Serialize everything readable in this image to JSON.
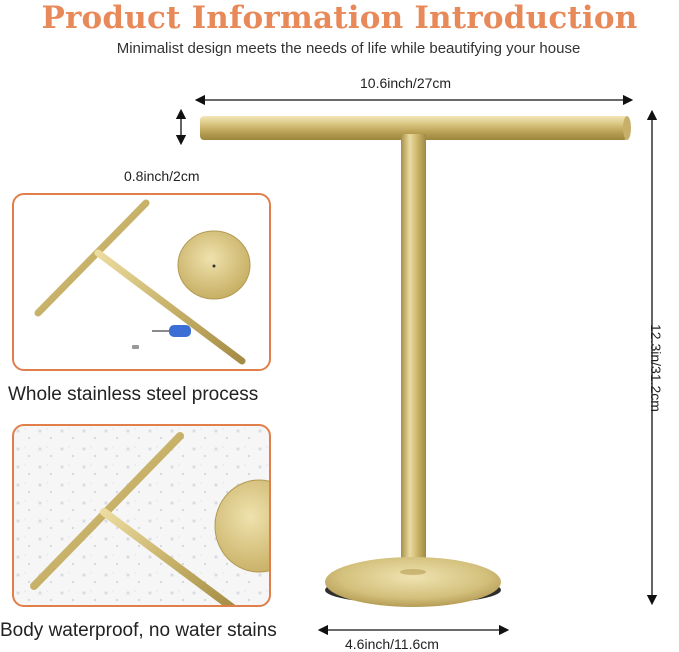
{
  "header": {
    "title": "Product Information Introduction",
    "subtitle": "Minimalist design meets the needs of life while beautifying your house"
  },
  "dimensions": {
    "width": "10.6inch/27cm",
    "bar_thickness": "0.8inch/2cm",
    "height": "12.3in/31.2cm",
    "base": "4.6inch/11.6cm"
  },
  "features": [
    {
      "caption": "Whole stainless steel process"
    },
    {
      "caption": "Body waterproof, no water stains"
    }
  ],
  "colors": {
    "accent": "#e8895a",
    "panel_border": "#e07f4c",
    "brass": "#c9b46a",
    "base_edge": "#3a3a3a"
  }
}
